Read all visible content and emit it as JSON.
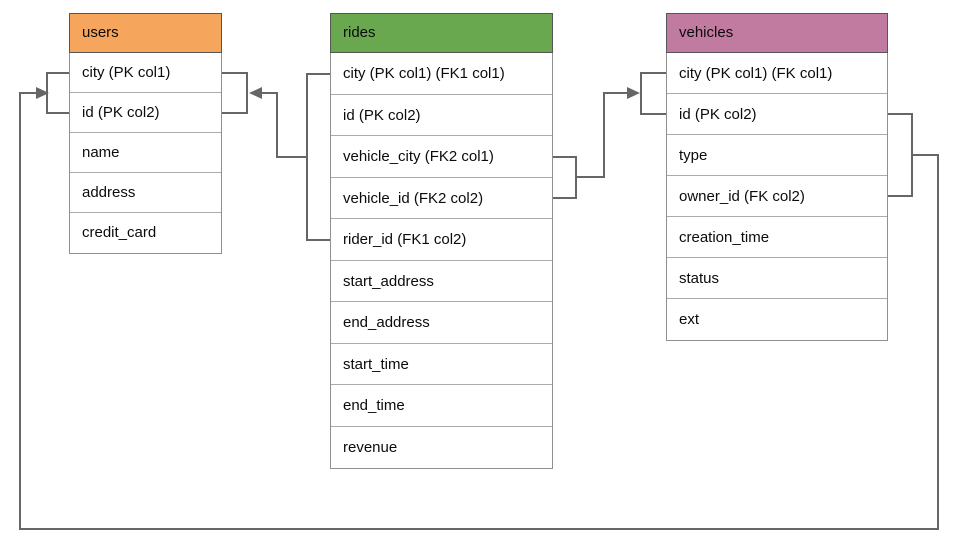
{
  "diagram": {
    "background_color": "#ffffff",
    "connector_color": "#666666"
  },
  "tables": [
    {
      "name": "users",
      "header_color": "#f6a55c",
      "columns": [
        "city (PK col1)",
        "id (PK col2)",
        "name",
        "address",
        "credit_card"
      ]
    },
    {
      "name": "rides",
      "header_color": "#6aa84f",
      "columns": [
        "city (PK col1) (FK1 col1)",
        "id (PK col2)",
        "vehicle_city (FK2 col1)",
        "vehicle_id (FK2 col2)",
        "rider_id (FK1 col2)",
        "start_address",
        "end_address",
        "start_time",
        "end_time",
        "revenue"
      ]
    },
    {
      "name": "vehicles",
      "header_color": "#c27ba0",
      "columns": [
        "city (PK col1) (FK col1)",
        "id (PK col2)",
        "type",
        "owner_id (FK col2)",
        "creation_time",
        "status",
        "ext"
      ]
    }
  ],
  "relationships": [
    {
      "from_table": "rides",
      "from_rows": [
        "city (PK col1) (FK1 col1)",
        "rider_id (FK1 col2)"
      ],
      "to_table": "users",
      "to_rows": [
        "city (PK col1)",
        "id (PK col2)"
      ],
      "arrow_points_to": "users"
    },
    {
      "from_table": "rides",
      "from_rows": [
        "vehicle_city (FK2 col1)",
        "vehicle_id (FK2 col2)"
      ],
      "to_table": "vehicles",
      "to_rows": [
        "city (PK col1) (FK col1)",
        "id (PK col2)"
      ],
      "arrow_points_to": "vehicles"
    },
    {
      "from_table": "vehicles",
      "from_rows": [
        "id (PK col2)",
        "owner_id (FK col2)"
      ],
      "to_table": "users",
      "to_rows": [
        "city (PK col1)",
        "id (PK col2)"
      ],
      "arrow_points_to": "users"
    }
  ]
}
